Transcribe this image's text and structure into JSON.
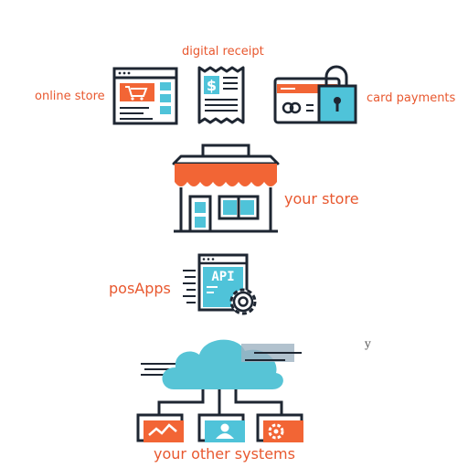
{
  "labels": {
    "digital_receipt": "digital receipt",
    "online_store": "online store",
    "card_payments": "card payments",
    "your_store": "your store",
    "pos_apps": "posApps",
    "your_other_systems": "your other systems",
    "stray_mark": "y"
  },
  "icons": {
    "online_store": "browser-cart-icon",
    "digital_receipt": "receipt-dollar-icon",
    "card_payments": "credit-card-lock-icon",
    "your_store": "storefront-awning-icon",
    "pos_apps": "api-window-gear-icon",
    "cloud": "cloud-network-icon",
    "system_chart": "line-chart-window-icon",
    "system_user": "user-window-icon",
    "system_settings": "gear-window-icon"
  },
  "colors": {
    "accent_orange": "#f26535",
    "accent_blue": "#4fc3d9",
    "outline": "#1e2632",
    "text_orange": "#e8582f"
  }
}
